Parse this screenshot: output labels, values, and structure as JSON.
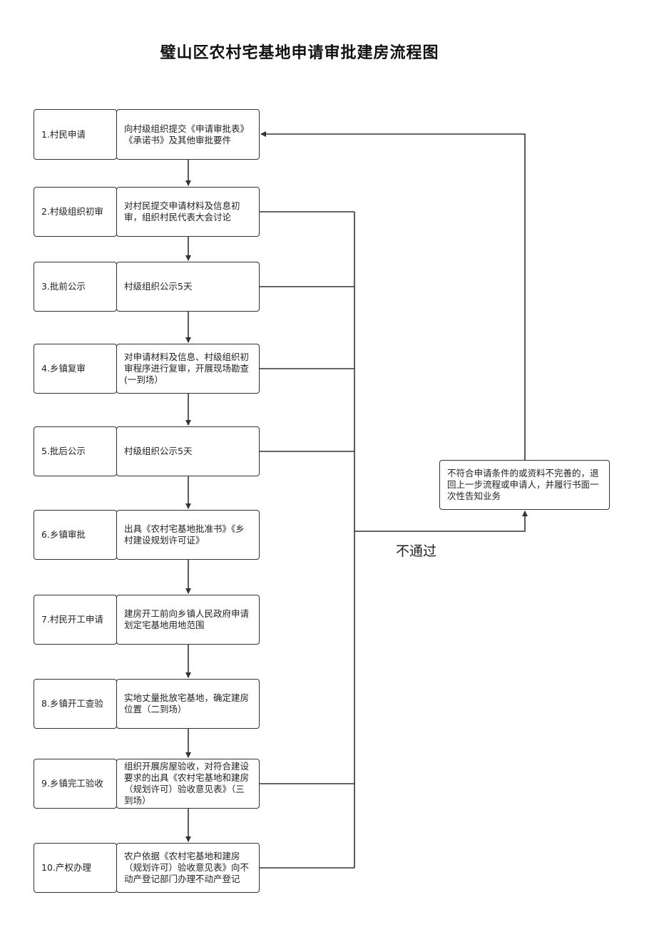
{
  "title": "璧山区农村宅基地申请审批建房流程图",
  "steps": [
    {
      "label": "1.村民申请",
      "desc": "向村级组织提交《申请审批表》《承诺书》及其他审批要件"
    },
    {
      "label": "2.村级组织初审",
      "desc": "对村民提交申请材料及信息初审，组织村民代表大会讨论"
    },
    {
      "label": "3.批前公示",
      "desc": "村级组织公示5天"
    },
    {
      "label": "4.乡镇复审",
      "desc": "对申请材料及信息、村级组织初审程序进行复审，开展现场勘查(一到场）"
    },
    {
      "label": "5.批后公示",
      "desc": "村级组织公示5天"
    },
    {
      "label": "6.乡镇审批",
      "desc": "出具《农村宅基地批准书》《乡村建设规划许可证》"
    },
    {
      "label": "7.村民开工申请",
      "desc": "建房开工前向乡镇人民政府申请划定宅基地用地范围"
    },
    {
      "label": "8.乡镇开工查验",
      "desc": "实地丈量批放宅基地，确定建房位置（二到场）"
    },
    {
      "label": "9.乡镇完工验收",
      "desc": "组织开展房屋验收，对符合建设要求的出具《农村宅基地和建房（规划许可）验收意见表》（三到场）"
    },
    {
      "label": "10.产权办理",
      "desc": "农户依据《农村宅基地和建房（规划许可）验收意见表》向不动产登记部门办理不动产登记"
    }
  ],
  "reject_box": "不符合申请条件的或资料不完善的，退回上一步流程或申请人，并履行书面一次性告知业务",
  "fail_label": "不通过"
}
